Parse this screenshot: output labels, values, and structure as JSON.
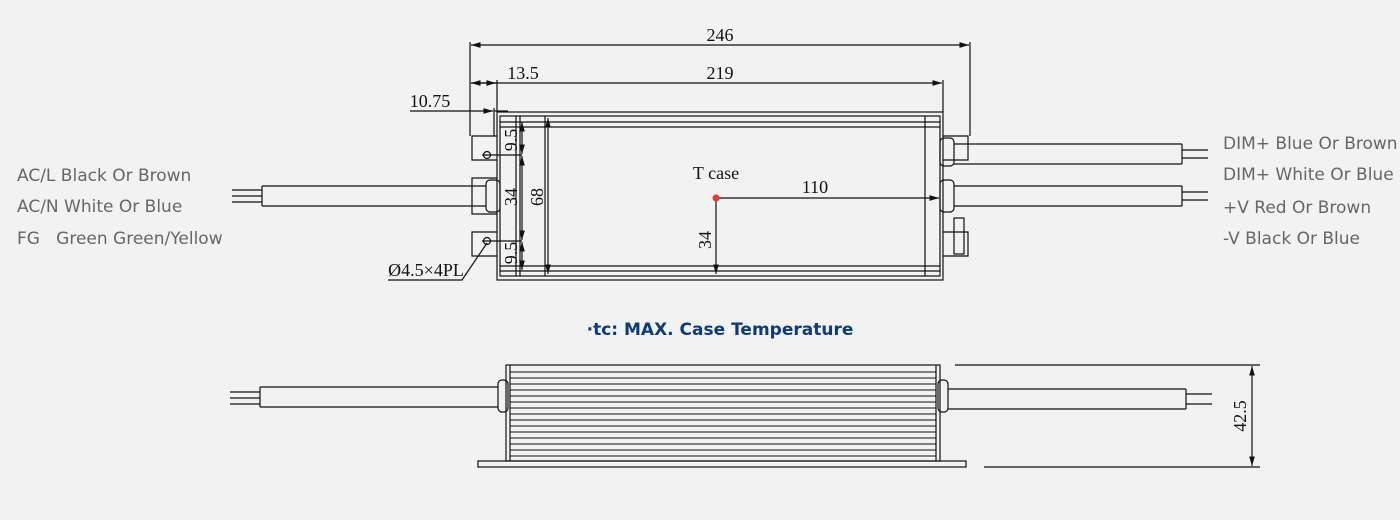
{
  "left_labels": [
    "AC/L Black Or Brown",
    "AC/N White Or Blue",
    "FG   Green Green/Yellow"
  ],
  "right_labels": [
    "DIM+ Blue Or Brown",
    "DIM+ White Or Blue",
    "+V Red Or Brown",
    "-V Black Or Blue"
  ],
  "caption": "·tc: MAX. Case Temperature",
  "dimensions": {
    "overall_length": "246",
    "body_length": "219",
    "flange_offset": "13.5",
    "hole_offset": "10.75",
    "hole_spec": "Ø4.5×4PL",
    "body_width": "68",
    "hole_spacing": "34",
    "hole_edge_top": "9.5",
    "hole_edge_bottom": "9.5",
    "tcase_label": "T case",
    "tcase_x": "110",
    "tcase_y": "34",
    "height": "42.5"
  },
  "colors": {
    "line": "#111111",
    "label": "#666666",
    "caption": "#0e3b78",
    "tcase_point": "#e53935"
  }
}
